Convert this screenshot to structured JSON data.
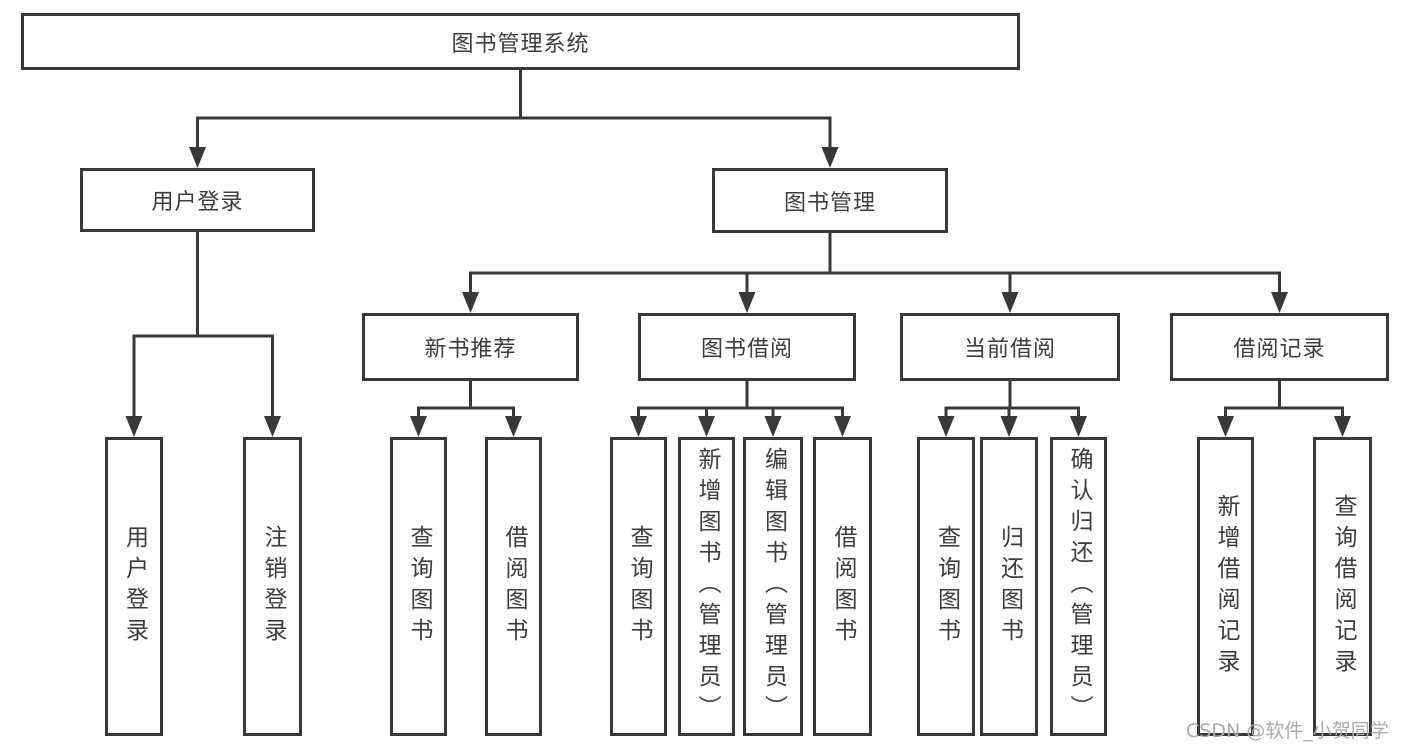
{
  "diagram": {
    "tree": {
      "root": "图书管理系统",
      "branches": [
        {
          "label": "用户登录",
          "children": [
            "用户登录",
            "注销登录"
          ]
        },
        {
          "label": "图书管理",
          "groups": [
            {
              "label": "新书推荐",
              "children": [
                "查询图书",
                "借阅图书"
              ]
            },
            {
              "label": "图书借阅",
              "children": [
                "查询图书",
                "新增图书（管理员）",
                "编辑图书（管理员）",
                "借阅图书"
              ]
            },
            {
              "label": "当前借阅",
              "children": [
                "查询图书",
                "归还图书",
                "确认归还（管理员）"
              ]
            },
            {
              "label": "借阅记录",
              "children": [
                "新增借阅记录",
                "查询借阅记录"
              ]
            }
          ]
        }
      ]
    },
    "watermark": "CSDN @软件_小贺同学",
    "colors": {
      "line": "#383838",
      "text": "#3d3d3d",
      "watermark": "#ababab",
      "background": "#ffffff"
    }
  }
}
